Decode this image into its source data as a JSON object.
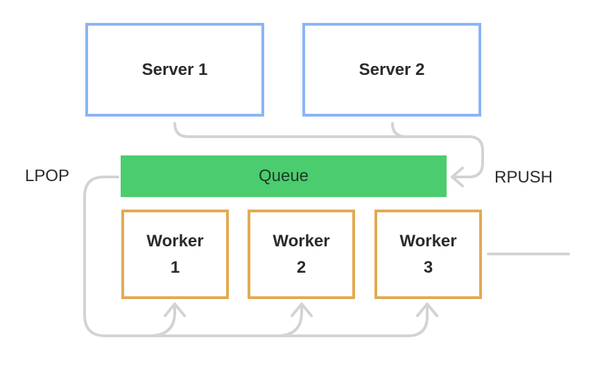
{
  "servers": [
    {
      "label": "Server 1"
    },
    {
      "label": "Server 2"
    }
  ],
  "queue": {
    "label": "Queue"
  },
  "workers": [
    {
      "title": "Worker",
      "number": "1"
    },
    {
      "title": "Worker",
      "number": "2"
    },
    {
      "title": "Worker",
      "number": "3"
    }
  ],
  "labels": {
    "lpop": "LPOP",
    "rpush": "RPUSH"
  },
  "colors": {
    "server_border": "#8ab4f8",
    "worker_border": "#e2aa52",
    "queue_fill": "#4bcc6f",
    "connector": "#d3d3d3"
  }
}
